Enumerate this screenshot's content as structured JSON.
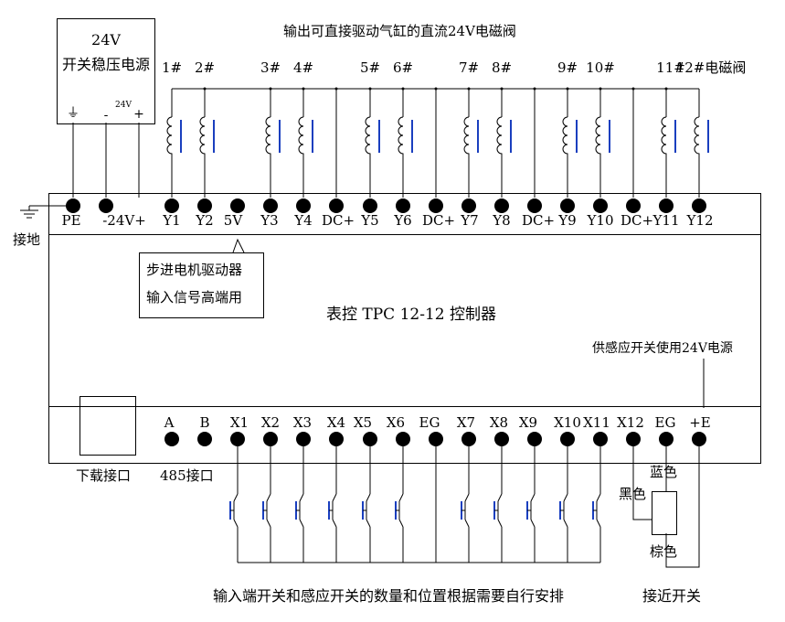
{
  "title": "输出可直接驱动气缸的直流24V电磁阀",
  "power_supply": {
    "voltage": "24V",
    "name": "开关稳压电源",
    "ground_symbol": "⏚",
    "minus": "-",
    "plus": "+",
    "small_voltage": "24V"
  },
  "ground_label": "接地",
  "valve_labels": [
    "1#",
    "2#",
    "3#",
    "4#",
    "5#",
    "6#",
    "7#",
    "8#",
    "9#",
    "10#",
    "11#",
    "12#电磁阀"
  ],
  "top_terminals": [
    "PE",
    "-24V+",
    "Y1",
    "Y2",
    "5V",
    "Y3",
    "Y4",
    "DC+",
    "Y5",
    "Y6",
    "DC+",
    "Y7",
    "Y8",
    "DC+",
    "Y9",
    "Y10",
    "DC+",
    "Y11",
    "Y12"
  ],
  "stepper_note": {
    "line1": "步进电机驱动器",
    "line2": "输入信号高端用"
  },
  "controller_name": "表控 TPC 12-12 控制器",
  "sensor_power_note": "供感应开关使用24V电源",
  "bottom_terminals": [
    "A",
    "B",
    "X1",
    "X2",
    "X3",
    "X4",
    "X5",
    "X6",
    "EG",
    "X7",
    "X8",
    "X9",
    "X10",
    "X11",
    "X12",
    "EG",
    "+E"
  ],
  "download_port": "下载接口",
  "port_485": "485接口",
  "input_note": "输入端开关和感应开关的数量和位置根据需要自行安排",
  "proximity_switch": {
    "name": "接近开关",
    "blue": "蓝色",
    "black": "黑色",
    "brown": "棕色"
  }
}
